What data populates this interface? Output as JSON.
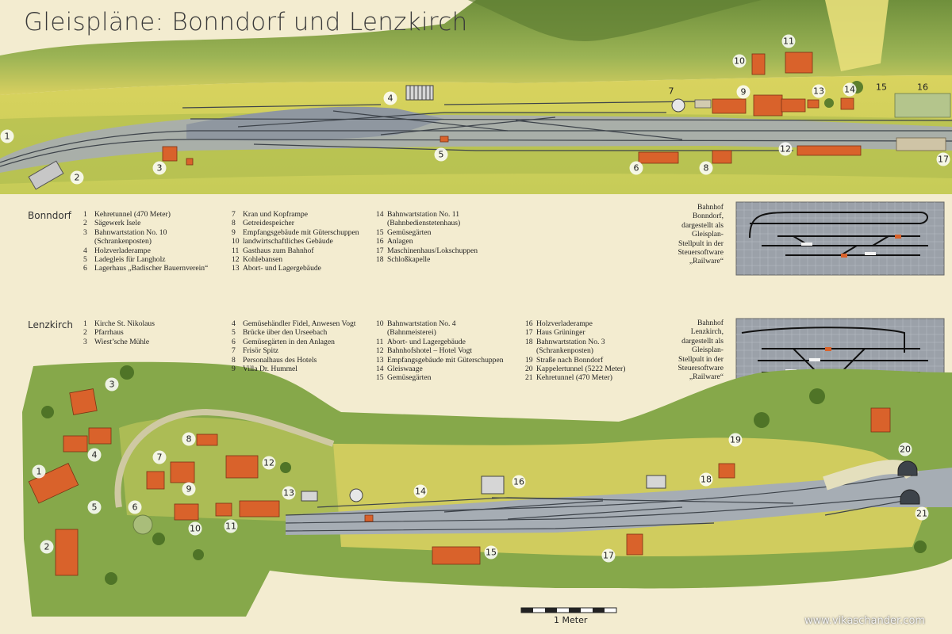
{
  "title": "Gleispläne: Bonndorf und Lenzkirch",
  "colors": {
    "paper": "#f3ecd0",
    "grass": "#7fa344",
    "field": "#d9d25a",
    "track": "#8f97a0",
    "building": "#d9622b"
  },
  "bonndorf": {
    "label": "Bonndorf",
    "columns": [
      [
        [
          "1",
          "Kehretunnel (470 Meter)"
        ],
        [
          "2",
          "Sägewerk Isele"
        ],
        [
          "3",
          "Bahnwartstation No. 10"
        ],
        [
          "",
          "(Schrankenposten)"
        ],
        [
          "4",
          "Holzverladerampe"
        ],
        [
          "5",
          "Ladegleis für Langholz"
        ],
        [
          "6",
          "Lagerhaus „Badischer Bauernverein“"
        ]
      ],
      [
        [
          "7",
          "Kran und Kopframpe"
        ],
        [
          "8",
          "Getreidespeicher"
        ],
        [
          "9",
          "Empfangsgebäude mit Güterschuppen"
        ],
        [
          "10",
          "landwirtschaftliches Gebäude"
        ],
        [
          "11",
          "Gasthaus zum Bahnhof"
        ],
        [
          "12",
          "Kohlebansen"
        ],
        [
          "13",
          "Abort- und Lagergebäude"
        ]
      ],
      [
        [
          "14",
          "Bahnwartstation No. 11"
        ],
        [
          "",
          "(Bahnbedienstetenhaus)"
        ],
        [
          "15",
          "Gemüsegärten"
        ],
        [
          "16",
          "Anlagen"
        ],
        [
          "17",
          "Maschinenhaus/Lokschuppen"
        ],
        [
          "18",
          "Schloßkapelle"
        ]
      ]
    ],
    "caption": "Bahnhof\nBonndorf,\ndargestellt als\nGleisplan-\nStellpult in der\nSteuersoftware\n„Railware“",
    "map_numbers": [
      "1",
      "2",
      "3",
      "4",
      "5",
      "6",
      "7",
      "8",
      "9",
      "10",
      "11",
      "12",
      "13",
      "14",
      "15",
      "16",
      "17"
    ]
  },
  "lenzkirch": {
    "label": "Lenzkirch",
    "columns": [
      [
        [
          "1",
          "Kirche St. Nikolaus"
        ],
        [
          "2",
          "Pfarrhaus"
        ],
        [
          "3",
          "Wiest’sche Mühle"
        ]
      ],
      [
        [
          "4",
          "Gemüsehändler Fidel, Anwesen Vogt"
        ],
        [
          "5",
          "Brücke über den Urseebach"
        ],
        [
          "6",
          "Gemüsegärten in den Anlagen"
        ],
        [
          "7",
          "Frisör Spitz"
        ],
        [
          "8",
          "Personalhaus des Hotels"
        ],
        [
          "9",
          "Villa Dr. Hummel"
        ]
      ],
      [
        [
          "10",
          "Bahnwartstation No. 4"
        ],
        [
          "",
          "(Bahnmeisterei)"
        ],
        [
          "11",
          "Abort- und Lagergebäude"
        ],
        [
          "12",
          "Bahnhofshotel – Hotel Vogt"
        ],
        [
          "13",
          "Empfangsgebäude mit Güterschuppen"
        ],
        [
          "14",
          "Gleiswaage"
        ],
        [
          "15",
          "Gemüsegärten"
        ]
      ],
      [
        [
          "16",
          "Holzverladerampe"
        ],
        [
          "17",
          "Haus Grüninger"
        ],
        [
          "18",
          "Bahnwartstation No. 3"
        ],
        [
          "",
          "(Schrankenposten)"
        ],
        [
          "19",
          "Straße nach Bonndorf"
        ],
        [
          "20",
          "Kappelertunnel (5222 Meter)"
        ],
        [
          "21",
          "Kehretunnel (470 Meter)"
        ]
      ]
    ],
    "caption": "Bahnhof\nLenzkirch,\ndargestellt als\nGleisplan-\nStellpult in der\nSteuersoftware\n„Railware“",
    "map_numbers": [
      "1",
      "2",
      "3",
      "4",
      "5",
      "6",
      "7",
      "8",
      "9",
      "10",
      "11",
      "12",
      "13",
      "14",
      "15",
      "16",
      "17",
      "18",
      "19",
      "20",
      "21"
    ]
  },
  "scale_label": "1 Meter",
  "watermark": "www.vikaschander.com"
}
